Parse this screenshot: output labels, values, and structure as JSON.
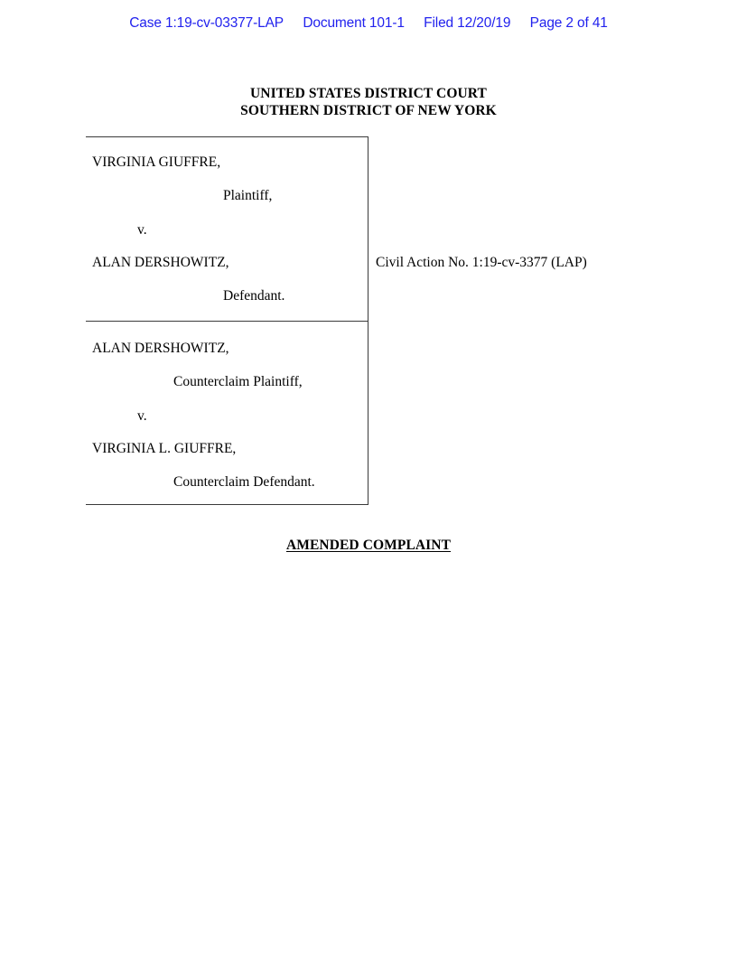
{
  "ecf_stamp": {
    "case": "Case 1:19-cv-03377-LAP",
    "document": "Document 101-1",
    "filed": "Filed 12/20/19",
    "page": "Page 2 of 41",
    "color": "#2222EE"
  },
  "court": {
    "line1": "UNITED STATES DISTRICT COURT",
    "line2": "SOUTHERN DISTRICT OF NEW YORK"
  },
  "caption": {
    "upper": {
      "party_name": "VIRGINIA GIUFFRE,",
      "party_role": "Plaintiff,",
      "versus": "v.",
      "opposing_name": "ALAN DERSHOWITZ,",
      "opposing_role": "Defendant."
    },
    "lower": {
      "party_name": "ALAN DERSHOWITZ,",
      "party_role": "Counterclaim Plaintiff,",
      "versus": "v.",
      "opposing_name": "VIRGINIA L. GIUFFRE,",
      "opposing_role": "Counterclaim Defendant."
    },
    "rule_color": "#3A3A3A"
  },
  "civil_action": "Civil Action No. 1:19-cv-3377 (LAP)",
  "document_title": "AMENDED COMPLAINT"
}
